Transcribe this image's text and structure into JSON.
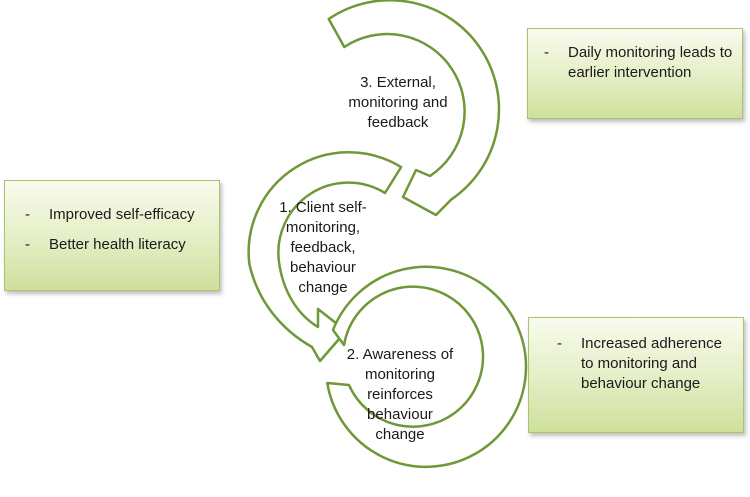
{
  "cycle": {
    "step3": [
      "3. External,",
      "monitoring and",
      "feedback"
    ],
    "step1": [
      "1. Client self-",
      "monitoring,",
      "feedback,",
      "behaviour",
      "change"
    ],
    "step2": [
      "2. Awareness of",
      "monitoring",
      "reinforces",
      "behaviour",
      "change"
    ]
  },
  "boxes": {
    "left": {
      "items": [
        "Improved self-efficacy",
        "Better health literacy"
      ]
    },
    "top_right": {
      "items": [
        "Daily monitoring leads to earlier intervention"
      ]
    },
    "bottom_right": {
      "items": [
        "Increased adherence to monitoring and behaviour change"
      ]
    }
  },
  "colors": {
    "arrow_stroke": "#6f9838",
    "arrow_fill": "#ffffff",
    "box_border": "#a9c46c"
  }
}
